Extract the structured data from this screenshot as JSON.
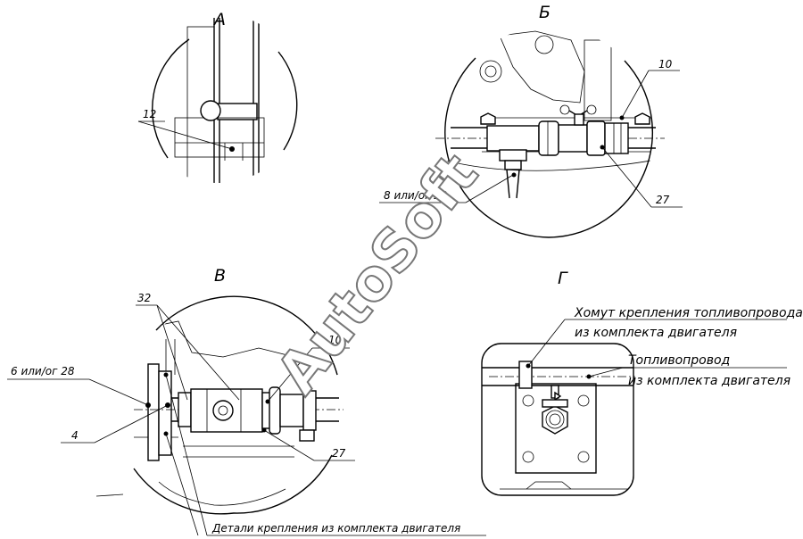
{
  "views": {
    "a": {
      "letter": "А",
      "callouts": [
        "12"
      ]
    },
    "b": {
      "letter": "Б",
      "callouts": [
        "10",
        "27"
      ],
      "note_left": "8 или/ог 29"
    },
    "v": {
      "letter": "В",
      "callouts": [
        "32",
        "10",
        "27"
      ],
      "note_left_top": "6 или/ог 28",
      "note_left_bottom": "4",
      "bottom_note": "Детали крепления из комплекта двигателя"
    },
    "g": {
      "letter": "Г",
      "clamp_line1": "Хомут крепления топливопровода",
      "clamp_line2": "из комплекта двигателя",
      "pipe_line1": "Топливопровод",
      "pipe_line2": "из комплекта двигателя"
    }
  },
  "watermark": "AutoSoft"
}
